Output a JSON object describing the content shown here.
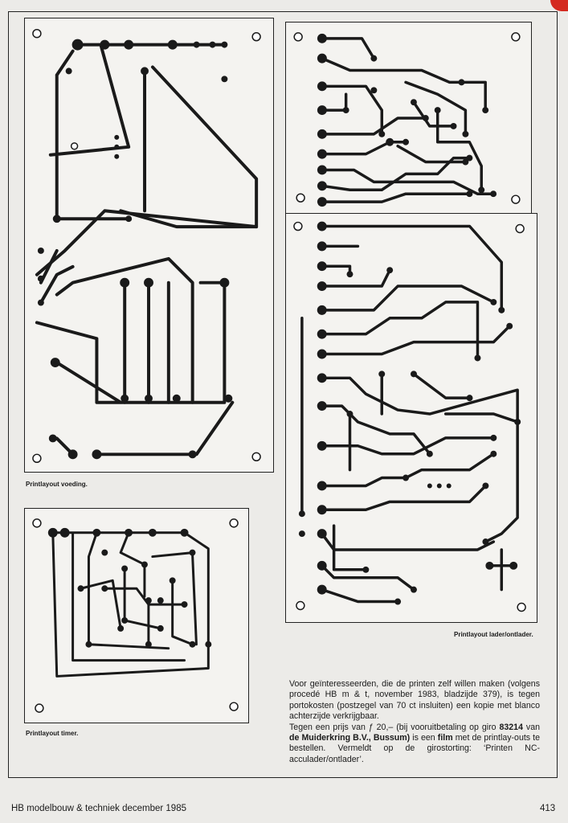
{
  "captions": {
    "voeding": "Printlayout voeding.",
    "lader": "Printlayout lader/ontlader.",
    "timer": "Printlayout timer."
  },
  "article": {
    "p1": "Voor geïnteresseerden, die de printen zelf willen maken (volgens procedé HB m & t, november 1983, bladzijde 379), is tegen portokosten (postzegel van 70 ct insluiten) een kopie met blanco achterzijde verkrijgbaar.",
    "p2_a": "Tegen een prijs van ƒ 20,– (bij vooruitbetaling op giro ",
    "giro": "83214",
    "p2_b": " van ",
    "publisher": "de Muiderkring B.V., Bussum)",
    "p2_c": " is een ",
    "film": "film",
    "p2_d": " met de printlay-outs te bestellen. Vermeldt op de girostorting: ‘Printen NC-acculader/ontlader’."
  },
  "footer": {
    "magazine": "HB modelbouw & techniek december 1985",
    "page": "413"
  },
  "colors": {
    "ink": "#1a1a1a",
    "paper": "#f4f3f0",
    "corner": "#d42a20"
  }
}
